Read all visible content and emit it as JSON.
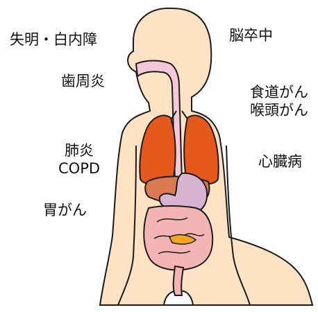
{
  "labels": {
    "cataract_blindness": "失明・白内障",
    "periodontal": "歯周炎",
    "stroke": "脳卒中",
    "esophageal_cancer": "食道がん",
    "laryngeal_cancer": "喉頭がん",
    "pneumonia": "肺炎",
    "copd": "COPD",
    "heart_disease": "心臓病",
    "stomach_cancer": "胃がん"
  },
  "colors": {
    "skin": "#fde2c4",
    "outline": "#1a1a1a",
    "airway": "#f3c8d8",
    "lungs": "#e55a1c",
    "liver": "#d97a52",
    "stomach": "#d8b4d3",
    "intestine": "#f2b5b3",
    "pancreas": "#f5a623"
  }
}
